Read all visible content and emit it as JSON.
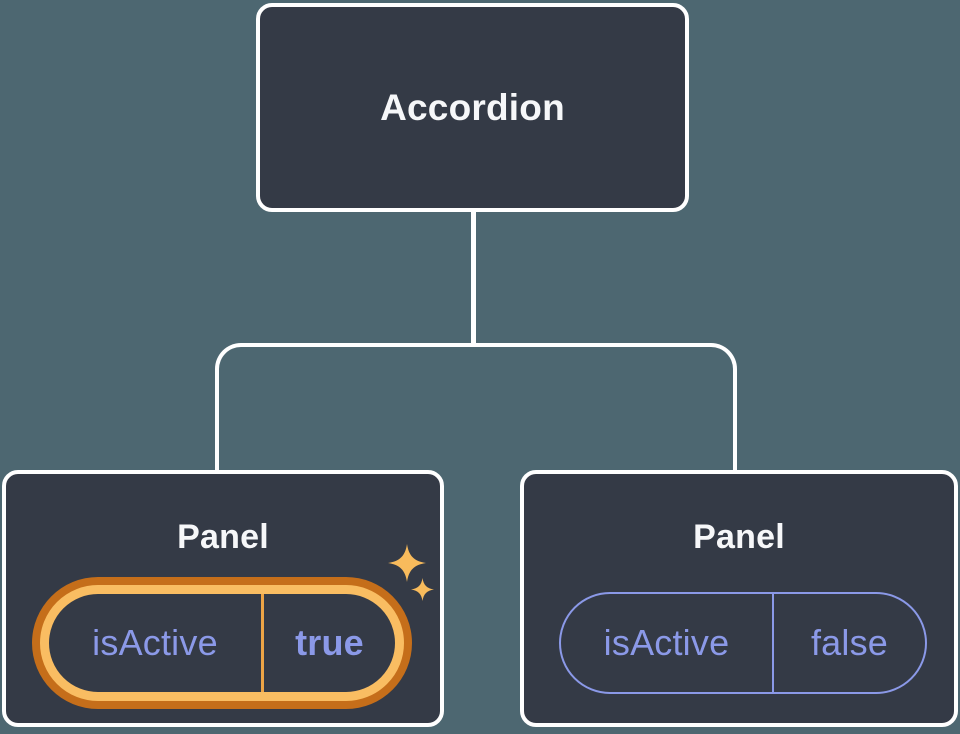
{
  "diagram": {
    "type": "component-tree",
    "colors": {
      "background": "#4D6771",
      "node_fill": "#343A46",
      "line_color": "#FFFFFF",
      "text_color": "#F6F7F9",
      "purple": "#8B99E8",
      "ring_light": "#F9BD62",
      "ring_dark": "#C56E1A",
      "divider_orange": "#EDA446",
      "sparkle": "#F8BB5C"
    },
    "root": {
      "label": "Accordion"
    },
    "panels": [
      {
        "title": "Panel",
        "prop_name": "isActive",
        "prop_value": "true",
        "highlighted": true,
        "sparkles": true
      },
      {
        "title": "Panel",
        "prop_name": "isActive",
        "prop_value": "false",
        "highlighted": false,
        "sparkles": false
      }
    ]
  }
}
